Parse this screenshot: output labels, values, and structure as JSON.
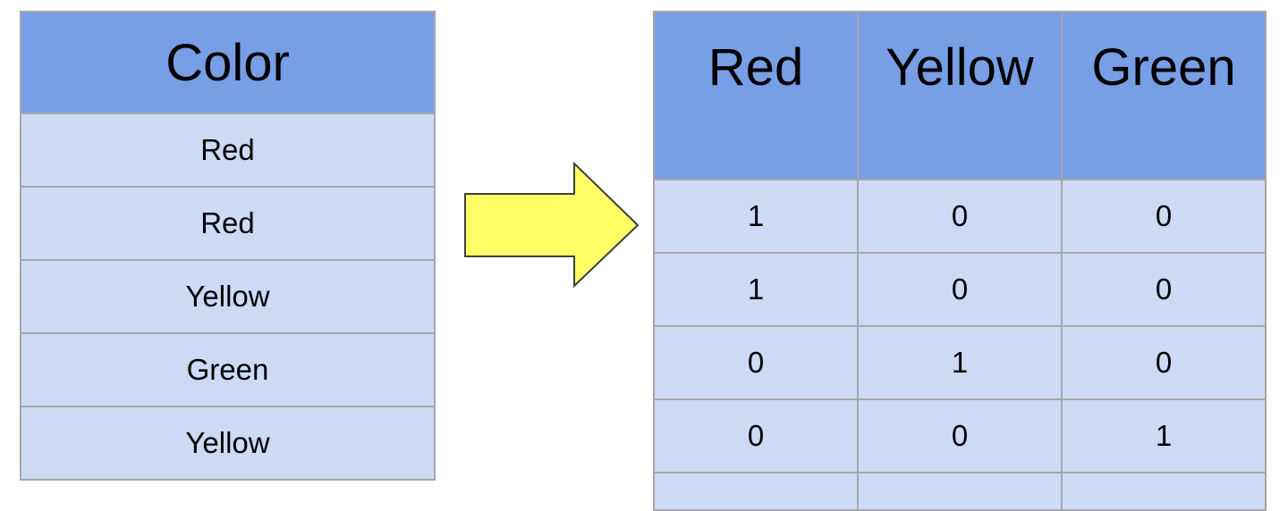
{
  "left_table": {
    "header": "Color",
    "rows": [
      "Red",
      "Red",
      "Yellow",
      "Green",
      "Yellow"
    ]
  },
  "right_table": {
    "headers": [
      "Red",
      "Yellow",
      "Green"
    ],
    "rows": [
      [
        "1",
        "0",
        "0"
      ],
      [
        "1",
        "0",
        "0"
      ],
      [
        "0",
        "1",
        "0"
      ],
      [
        "0",
        "0",
        "1"
      ],
      [
        "",
        "",
        ""
      ]
    ]
  },
  "arrow": {
    "icon": "right-arrow-icon",
    "fill": "#ffff66",
    "stroke": "#404040"
  },
  "colors": {
    "header_fill": "#789ee5",
    "cell_fill": "#ccdaf5",
    "grid_line": "#a6a6a6"
  }
}
